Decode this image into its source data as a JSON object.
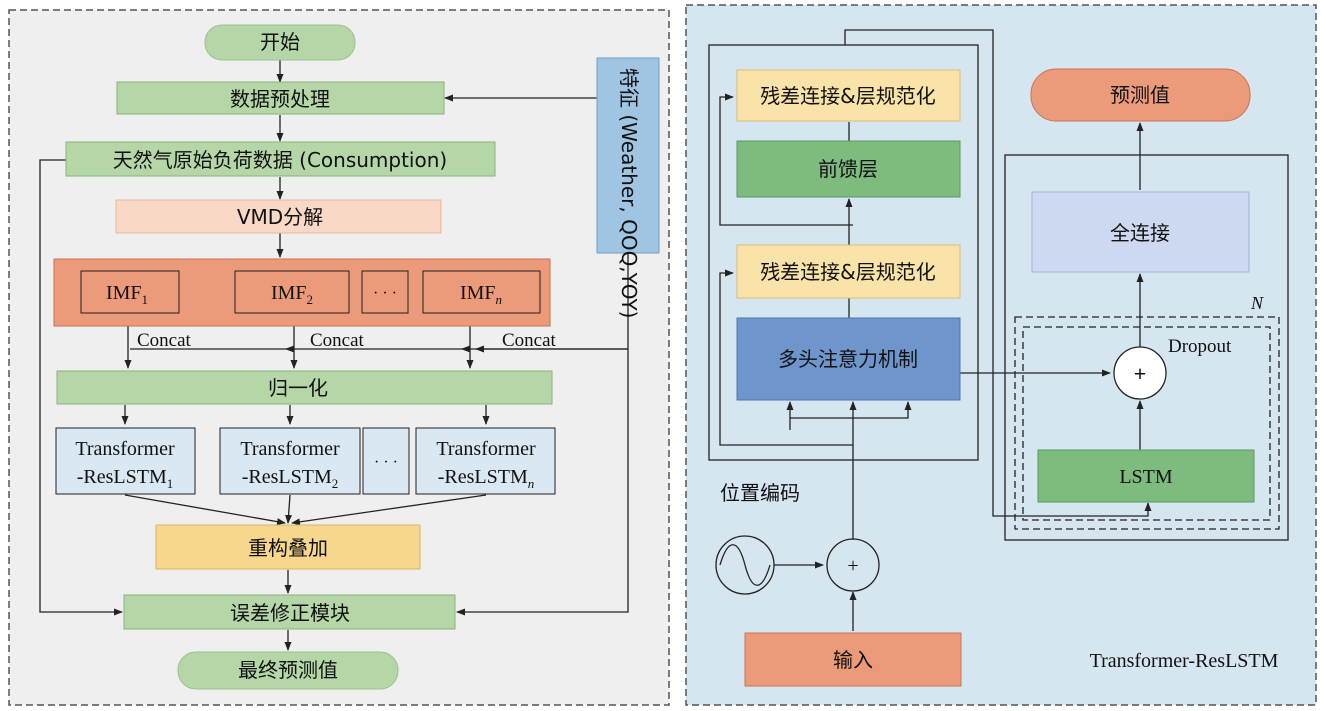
{
  "left": {
    "start": "开始",
    "preprocess": "数据预处理",
    "raw_data": "天然气原始负荷数据 (Consumption)",
    "vmd": "VMD分解",
    "feature": "特征 (Weather, QOQ,YOY)",
    "imf": {
      "base": "IMF",
      "subs": [
        "1",
        "2",
        "n"
      ],
      "ellipsis": "· · ·"
    },
    "concat": "Concat",
    "normalize": "归一化",
    "model": {
      "line1": "Transformer",
      "line2": "-ResLSTM",
      "subs": [
        "1",
        "2",
        "n"
      ],
      "ellipsis": "· · ·"
    },
    "reconstruct": "重构叠加",
    "error_correction": "误差修正模块",
    "final": "最终预测值"
  },
  "right": {
    "add_norm": "残差连接&层规范化",
    "ffn": "前馈层",
    "mha": "多头注意力机制",
    "pos_encoding": "位置编码",
    "input": "输入",
    "prediction": "预测值",
    "fc": "全连接",
    "lstm": "LSTM",
    "dropout": "Dropout",
    "n": "N",
    "plus": "+",
    "caption": "Transformer-ResLSTM"
  }
}
